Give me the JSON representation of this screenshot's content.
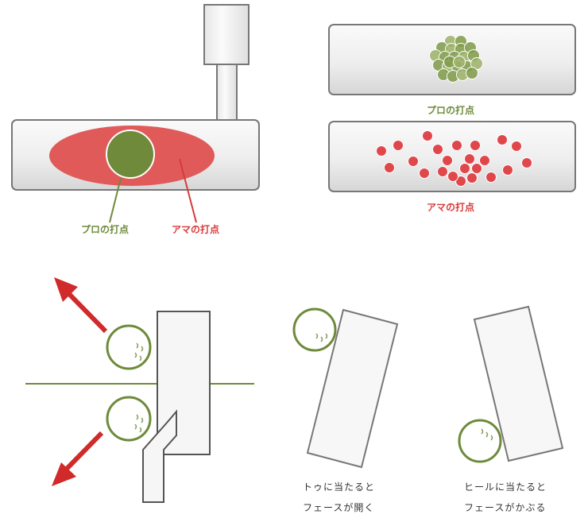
{
  "colors": {
    "pro": "#6e8a3a",
    "pro_fill": "#6f8a3a",
    "ama": "#d83a3a",
    "ama_fill": "#e05a5a",
    "steel_light": "#f4f4f4",
    "steel_mid": "#dcdcdc",
    "steel_edge": "#666666",
    "axis_line": "#6e8a3a",
    "arrow": "#d02a2a",
    "text": "#333333"
  },
  "labels": {
    "putter_pro": "プロの打点",
    "putter_ama": "アマの打点",
    "face_pro": "プロの打点",
    "face_ama": "アマの打点"
  },
  "captions": {
    "toe_line1": "トゥに当たると",
    "toe_line2": "フェースが開く",
    "heel_line1": "ヒールに当たると",
    "heel_line2": "フェースがかぶる"
  },
  "icons": {
    "arrow_up": "red-arrow-up-left-icon",
    "arrow_down": "red-arrow-down-left-icon",
    "ball": "golf-ball-icon"
  }
}
